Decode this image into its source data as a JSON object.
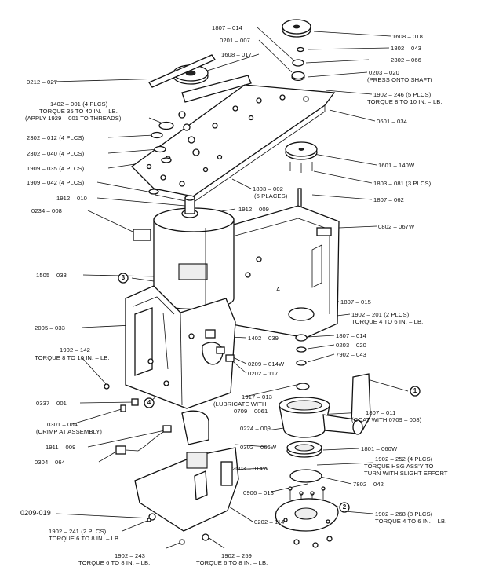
{
  "callouts": [
    "1",
    "2",
    "3",
    "4"
  ],
  "labels": {
    "l1807_014": "1807 – 014",
    "l0201_007": "0201 – 007",
    "l1608_017": "1608 – 017",
    "l1608_018": "1608 – 018",
    "l1802_043": "1802 – 043",
    "l2302_066": "2302 – 066",
    "l0203_020a": "0203 – 020",
    "l0203_020a_note": "(PRESS ONTO SHAFT)",
    "l0212_027": "0212 – 027",
    "l1402_001": "1402 – 001 (4 PLCS)",
    "l1402_001_n1": "TORQUE 35 TO 40 IN. – LB.",
    "l1402_001_n2": "(APPLY 1929 – 001 TO THREADS)",
    "l1902_246": "1902 – 246 (5 PLCS)",
    "l1902_246_n": "TORQUE 8 TO 10 IN. – LB.",
    "l0601_034": "0601 – 034",
    "l2302_012": "2302 – 012 (4 PLCS)",
    "l2302_040": "2302 – 040 (4 PLCS)",
    "l1909_035": "1909 – 035 (4 PLCS)",
    "l1909_042": "1909 – 042 (4 PLCS)",
    "l1601_140w": "1601 – 140W",
    "l1803_081": "1803 – 081 (3 PLCS)",
    "l1803_002": "1803 – 002",
    "l1803_002_n": "(5 PLACES)",
    "l1807_062": "1807 – 062",
    "l1912_010": "1912 – 010",
    "l1912_009": "1912 – 009",
    "l0234_008": "0234 – 008",
    "l0802_067w": "0802 – 067W",
    "l1505_033": "1505 – 033",
    "l1807_015": "1807 – 015",
    "l1902_201": "1902 – 201 (2 PLCS)",
    "l1902_201_n": "TORQUE 4 TO 6 IN. – LB.",
    "l2005_033": "2005 – 033",
    "l1402_039": "1402 – 039",
    "l1807_014b": "1807 – 014",
    "l0203_020b": "0203 – 020",
    "l1902_142": "1902 – 142",
    "l1902_142_n": "TORQUE 8 TO 10 IN. – LB.",
    "l0209_014w": "0209 – 014W",
    "l0202_117": "0202 – 117",
    "l7902_043": "7902 – 043",
    "l1917_013": "1917 – 013",
    "l1917_013_n1": "(LUBRICATE WITH",
    "l1917_013_n2": "0709 – 0061",
    "l0337_001": "0337 – 001",
    "l0301_004": "0301 – 004",
    "l0301_004_n": "(CRIMP AT ASSEMBLY)",
    "l1807_011": "1807 – 011",
    "l1807_011_n": "(COAT WITH 0709 – 008)",
    "l0224_009": "0224 – 009",
    "l1911_009": "1911 – 009",
    "l0302_066w": "0302 – 066W",
    "l1801_060w": "1801 – 060W",
    "l0304_064": "0304 – 064",
    "l1902_252": "1902 – 252 (4 PLCS)",
    "l1902_252_n1": "TORQUE HSG ASS'Y TO",
    "l1902_252_n2": "TURN WITH SLIGHT EFFORT",
    "l2003_014w": "2003 – 014W",
    "l0906_013": "0906 – 013",
    "l7802_042": "7802 – 042",
    "l0209_019": "0209-019",
    "l1902_268": "1902 – 268 (8 PLCS)",
    "l1902_268_n": "TORQUE 4 TO 6 IN. – LB.",
    "l1902_241": "1902 – 241 (2 PLCS)",
    "l1902_241_n": "TORQUE 6 TO 8 IN. – LB.",
    "l0202_114": "0202 – 114",
    "l1902_243": "1902 – 243",
    "l1902_243_n": "TORQUE 6 TO 8 IN. – LB.",
    "l1902_259": "1902 – 259",
    "l1902_259_n": "TORQUE 6 TO 8 IN. – LB.",
    "letter_a": "A"
  }
}
